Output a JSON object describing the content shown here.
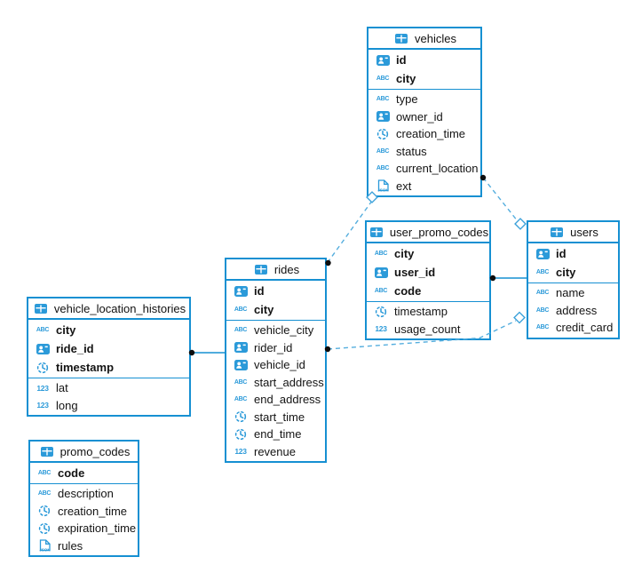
{
  "colors": {
    "table_border": "#1690d2",
    "icon_blue": "#2b9ad9",
    "dashed_line": "#55aede",
    "solid_line": "#1690d2",
    "marker_dot": "#0d0d0d",
    "background": "#ffffff"
  },
  "icon_labels": {
    "abc": "ABC",
    "num": "123",
    "json": "JSON"
  },
  "tables": [
    {
      "name": "vehicles",
      "fields": [
        {
          "name": "id",
          "type": "id",
          "key": true
        },
        {
          "name": "city",
          "type": "text",
          "key": true
        },
        {
          "name": "type",
          "type": "text",
          "key": false
        },
        {
          "name": "owner_id",
          "type": "id",
          "key": false
        },
        {
          "name": "creation_time",
          "type": "time",
          "key": false
        },
        {
          "name": "status",
          "type": "text",
          "key": false
        },
        {
          "name": "current_location",
          "type": "text",
          "key": false
        },
        {
          "name": "ext",
          "type": "json",
          "key": false
        }
      ]
    },
    {
      "name": "user_promo_codes",
      "fields": [
        {
          "name": "city",
          "type": "text",
          "key": true
        },
        {
          "name": "user_id",
          "type": "id",
          "key": true
        },
        {
          "name": "code",
          "type": "text",
          "key": true
        },
        {
          "name": "timestamp",
          "type": "time",
          "key": false
        },
        {
          "name": "usage_count",
          "type": "number",
          "key": false
        }
      ]
    },
    {
      "name": "users",
      "fields": [
        {
          "name": "id",
          "type": "id",
          "key": true
        },
        {
          "name": "city",
          "type": "text",
          "key": true
        },
        {
          "name": "name",
          "type": "text",
          "key": false
        },
        {
          "name": "address",
          "type": "text",
          "key": false
        },
        {
          "name": "credit_card",
          "type": "text",
          "key": false
        }
      ]
    },
    {
      "name": "rides",
      "fields": [
        {
          "name": "id",
          "type": "id",
          "key": true
        },
        {
          "name": "city",
          "type": "text",
          "key": true
        },
        {
          "name": "vehicle_city",
          "type": "text",
          "key": false
        },
        {
          "name": "rider_id",
          "type": "id",
          "key": false
        },
        {
          "name": "vehicle_id",
          "type": "id",
          "key": false
        },
        {
          "name": "start_address",
          "type": "text",
          "key": false
        },
        {
          "name": "end_address",
          "type": "text",
          "key": false
        },
        {
          "name": "start_time",
          "type": "time",
          "key": false
        },
        {
          "name": "end_time",
          "type": "time",
          "key": false
        },
        {
          "name": "revenue",
          "type": "number",
          "key": false
        }
      ]
    },
    {
      "name": "vehicle_location_histories",
      "fields": [
        {
          "name": "city",
          "type": "text",
          "key": true
        },
        {
          "name": "ride_id",
          "type": "id",
          "key": true
        },
        {
          "name": "timestamp",
          "type": "time",
          "key": true
        },
        {
          "name": "lat",
          "type": "number",
          "key": false
        },
        {
          "name": "long",
          "type": "number",
          "key": false
        }
      ]
    },
    {
      "name": "promo_codes",
      "fields": [
        {
          "name": "code",
          "type": "text",
          "key": true
        },
        {
          "name": "description",
          "type": "text",
          "key": false
        },
        {
          "name": "creation_time",
          "type": "time",
          "key": false
        },
        {
          "name": "expiration_time",
          "type": "time",
          "key": false
        },
        {
          "name": "rules",
          "type": "json",
          "key": false
        }
      ]
    }
  ],
  "relations": [
    {
      "from": "vehicles",
      "to": "users",
      "style": "dashed"
    },
    {
      "from": "vehicles",
      "to": "rides",
      "style": "dashed"
    },
    {
      "from": "rides",
      "to": "users",
      "style": "dashed"
    },
    {
      "from": "user_promo_codes",
      "to": "users",
      "style": "solid"
    },
    {
      "from": "vehicle_location_histories",
      "to": "rides",
      "style": "solid"
    }
  ]
}
